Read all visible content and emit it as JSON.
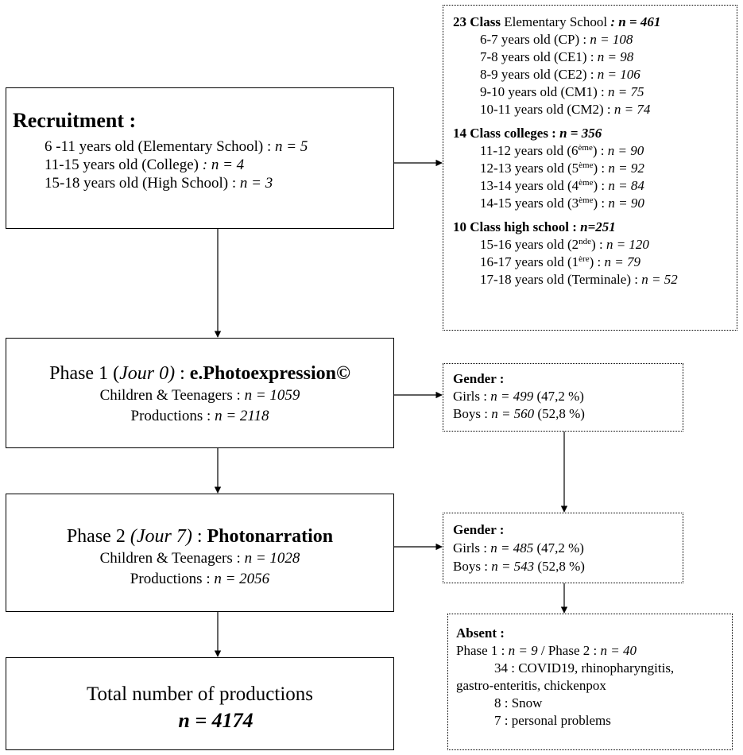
{
  "recruitment": {
    "title": "Recruitment :",
    "rows": [
      {
        "label": "6 -11 years old (Elementary School) : ",
        "n_label": "n",
        "n_value": " = 5"
      },
      {
        "label": "11-15 years old (College) ",
        "n_label": ": n",
        "n_value": " = 4"
      },
      {
        "label": "15-18 years old (High School) : ",
        "n_label": "n",
        "n_value": " = 3"
      }
    ]
  },
  "classes": {
    "elementary": {
      "head_bold": "23 Class",
      "head_text": " Elementary School  ",
      "head_n": ": n = 461",
      "rows": [
        {
          "label": "6-7 years old (CP) : ",
          "n": "n =  108"
        },
        {
          "label": "7-8 years old (CE1) : ",
          "n": "n = 98"
        },
        {
          "label": "8-9 years old (CE2) : ",
          "n": "n = 106"
        },
        {
          "label": "9-10 years old (CM1) : ",
          "n": "n = 75"
        },
        {
          "label": "10-11 years old (CM2) : ",
          "n": "n = 74"
        }
      ]
    },
    "colleges": {
      "head_bold": "14 Class colleges : ",
      "head_n": "n = 356",
      "rows": [
        {
          "pre": "11-12 years old (6",
          "sup": "ème",
          "post": ") : ",
          "n": "n = 90"
        },
        {
          "pre": "12-13 years old (5",
          "sup": "ème",
          "post": ") : ",
          "n": "n = 92"
        },
        {
          "pre": "13-14 years old (4",
          "sup": "ème",
          "post": ") : ",
          "n": "n = 84"
        },
        {
          "pre": "14-15 years old (3",
          "sup": "ème",
          "post": ") : ",
          "n": "n = 90"
        }
      ]
    },
    "highschool": {
      "head_bold": "10 Class high school : ",
      "head_n": "n=251",
      "rows": [
        {
          "pre": "15-16 years old (2",
          "sup": "nde",
          "post": ") : ",
          "n": "n = 120"
        },
        {
          "pre": "16-17 years old (1",
          "sup": "ère",
          "post": ") : ",
          "n": "n = 79"
        },
        {
          "pre": "17-18 years old (Terminale) : ",
          "sup": "",
          "post": "",
          "n": "n = 52"
        }
      ]
    }
  },
  "phase1": {
    "title_pre": "Phase 1 (",
    "title_italic": "Jour 0)",
    "title_sep": " : ",
    "title_bold": "e.Photoexpression©",
    "children_label": "Children & Teenagers : ",
    "children_n": "n = 1059",
    "productions_label": "Productions : ",
    "productions_n": "n = 2118"
  },
  "gender1": {
    "title": "Gender :",
    "girls_label": "Girls : ",
    "girls_n": "n = 499",
    "girls_pct": " (47,2 %)",
    "boys_label": "Boys : ",
    "boys_n": "n = 560",
    "boys_pct": " (52,8 %)"
  },
  "phase2": {
    "title_pre": "Phase 2 ",
    "title_italic": "(Jour 7)",
    "title_sep": " : ",
    "title_bold": "Photonarration",
    "children_label": "Children & Teenagers : ",
    "children_n": "n = 1028",
    "productions_label": "Productions : ",
    "productions_n": "n = 2056"
  },
  "gender2": {
    "title": "Gender :",
    "girls_label": "Girls : ",
    "girls_n": "n = 485",
    "girls_pct": "  (47,2 %)",
    "boys_label": "Boys : ",
    "boys_n": "n = 543",
    "boys_pct": " (52,8 %)"
  },
  "total": {
    "title": "Total number of productions",
    "n": "n = 4174"
  },
  "absent": {
    "title": "Absent :",
    "phase_pre": "Phase 1 : ",
    "phase1_n": "n = 9",
    "phase_mid": " / Phase 2  : ",
    "phase2_n": "n = 40",
    "reason1_a": "34 : COVID19, rhinopharyngitis,",
    "reason1_b": "gastro-enteritis, chickenpox",
    "reason2": "8 : Snow",
    "reason3": "7 : personal problems"
  }
}
